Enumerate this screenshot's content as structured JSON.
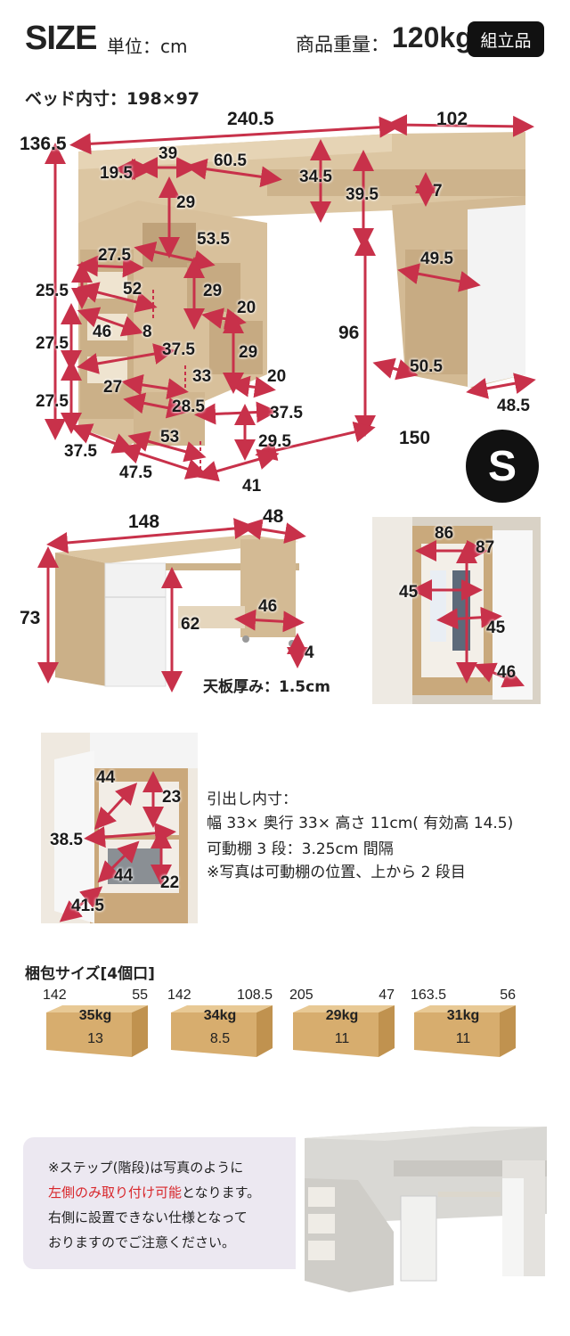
{
  "header": {
    "title": "SIZE",
    "unit": "単位：cm",
    "weight_label": "商品重量：",
    "weight_value": "120kg",
    "badge": "組立品"
  },
  "bed_inner": "ベッド内寸：198×97",
  "bed_dims": {
    "total_width": "240.5",
    "desk_depth": "102",
    "height": "136.5",
    "d19_5": "19.5",
    "d39": "39",
    "d60_5": "60.5",
    "d34_5": "34.5",
    "d39_5": "39.5",
    "d7": "7",
    "d29a": "29",
    "d53_5": "53.5",
    "d27_5a": "27.5",
    "d49_5": "49.5",
    "d25_5": "25.5",
    "d52": "52",
    "d29b": "29",
    "d20a": "20",
    "d96": "96",
    "d46": "46",
    "d8": "8",
    "d37_5a": "37.5",
    "d27_5b": "27.5",
    "d29c": "29",
    "d33": "33",
    "d20b": "20",
    "d50_5": "50.5",
    "d27": "27",
    "d27_5c": "27.5",
    "d28_5": "28.5",
    "d37_5b": "37.5",
    "d48_5": "48.5",
    "d53": "53",
    "d29_5": "29.5",
    "d150": "150",
    "d37_5c": "37.5",
    "d47_5": "47.5",
    "d41": "41"
  },
  "size_badge": "S",
  "desk": {
    "width": "148",
    "depth": "48",
    "height": "73",
    "inner_h": "62",
    "inner_d": "46",
    "caster": "4",
    "top_thickness": "天板厚み：1.5cm"
  },
  "wardrobe": {
    "w": "86",
    "h": "87",
    "d1": "45",
    "d2": "45",
    "d3": "46"
  },
  "drawer_photo": {
    "d44a": "44",
    "d23": "23",
    "d38_5": "38.5",
    "d44b": "44",
    "d22": "22",
    "d41_5": "41.5"
  },
  "drawer_notes": [
    "引出し内寸：",
    "幅 33× 奥行 33× 高さ 11cm( 有効高 14.5)",
    "可動棚 3 段：3.25cm 間隔",
    "※写真は可動棚の位置、上から 2 段目"
  ],
  "packages": {
    "title": "梱包サイズ[4個口]",
    "items": [
      {
        "a": "142",
        "b": "55",
        "weight": "35kg",
        "qty": "13"
      },
      {
        "a": "142",
        "b": "108.5",
        "weight": "34kg",
        "qty": "8.5"
      },
      {
        "a": "205",
        "b": "47",
        "weight": "29kg",
        "qty": "11"
      },
      {
        "a": "163.5",
        "b": "56",
        "weight": "31kg",
        "qty": "11"
      }
    ]
  },
  "notice": {
    "line1": "※ステップ(階段)は写真のように",
    "line2_red": "左側のみ取り付け可能",
    "line2_rest": "となります。",
    "line3": "右側に設置できない仕様となって",
    "line4": "おりますのでご注意ください。"
  },
  "colors": {
    "arrow": "#c8314a",
    "wood": "#d4bc97",
    "wood_dark": "#b99e78",
    "white_panel": "#f2f2f2",
    "notice_bg": "#ece8f1",
    "red_text": "#d8262b"
  }
}
